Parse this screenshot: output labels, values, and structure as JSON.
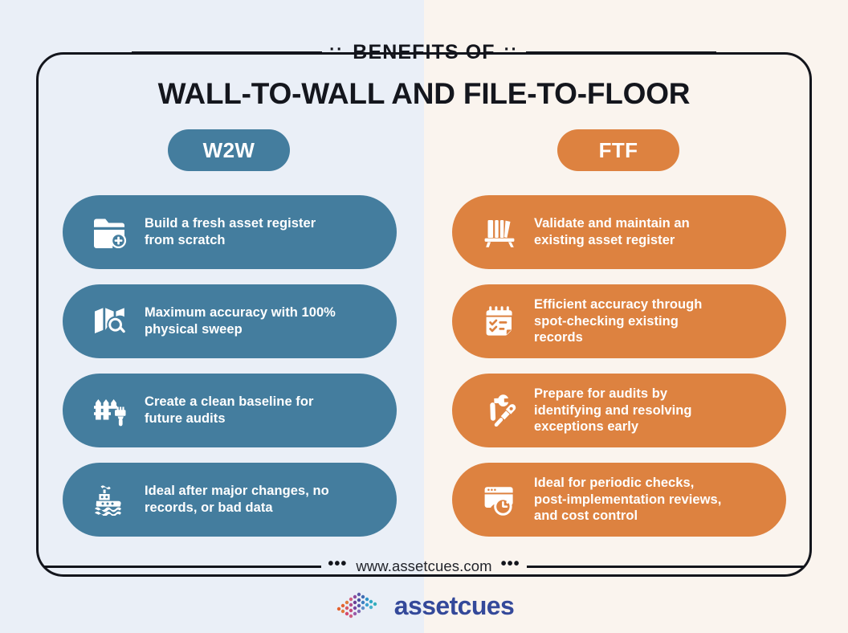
{
  "header": {
    "kicker": "BENEFITS OF",
    "kicker_dots_left": "··",
    "kicker_dots_right": "··",
    "title": "WALL-TO-WALL AND FILE-TO-FLOOR"
  },
  "columns": {
    "left": {
      "badge_label": "W2W",
      "accent_color": "#447d9e",
      "background_color": "#eaeff7",
      "items": [
        {
          "icon": "folder-add-icon",
          "text": "Build a fresh asset register\nfrom scratch"
        },
        {
          "icon": "map-search-icon",
          "text": "Maximum accuracy with 100%\nphysical sweep"
        },
        {
          "icon": "fence-paintbrush-icon",
          "text": "Create a clean baseline for\nfuture audits"
        },
        {
          "icon": "boat-waves-icon",
          "text": "Ideal after major changes, no\nrecords, or bad data"
        }
      ]
    },
    "right": {
      "badge_label": "FTF",
      "accent_color": "#dd8240",
      "background_color": "#faf4ee",
      "items": [
        {
          "icon": "bookshelf-icon",
          "text": "Validate and maintain an\nexisting asset register"
        },
        {
          "icon": "clipboard-checklist-icon",
          "text": "Efficient accuracy through\nspot-checking existing\nrecords"
        },
        {
          "icon": "wrench-screwdriver-icon",
          "text": "Prepare for audits by\nidentifying and resolving\nexceptions early"
        },
        {
          "icon": "browser-clock-icon",
          "text": "Ideal for periodic checks,\npost-implementation reviews,\nand cost control"
        }
      ]
    }
  },
  "footer": {
    "url": "www.assetcues.com",
    "dots_left": "•••",
    "dots_right": "•••",
    "logo_word": "assetcues",
    "logo_word_color": "#34499a",
    "logo_mark": "assetcues-diamond-dots-logo"
  }
}
